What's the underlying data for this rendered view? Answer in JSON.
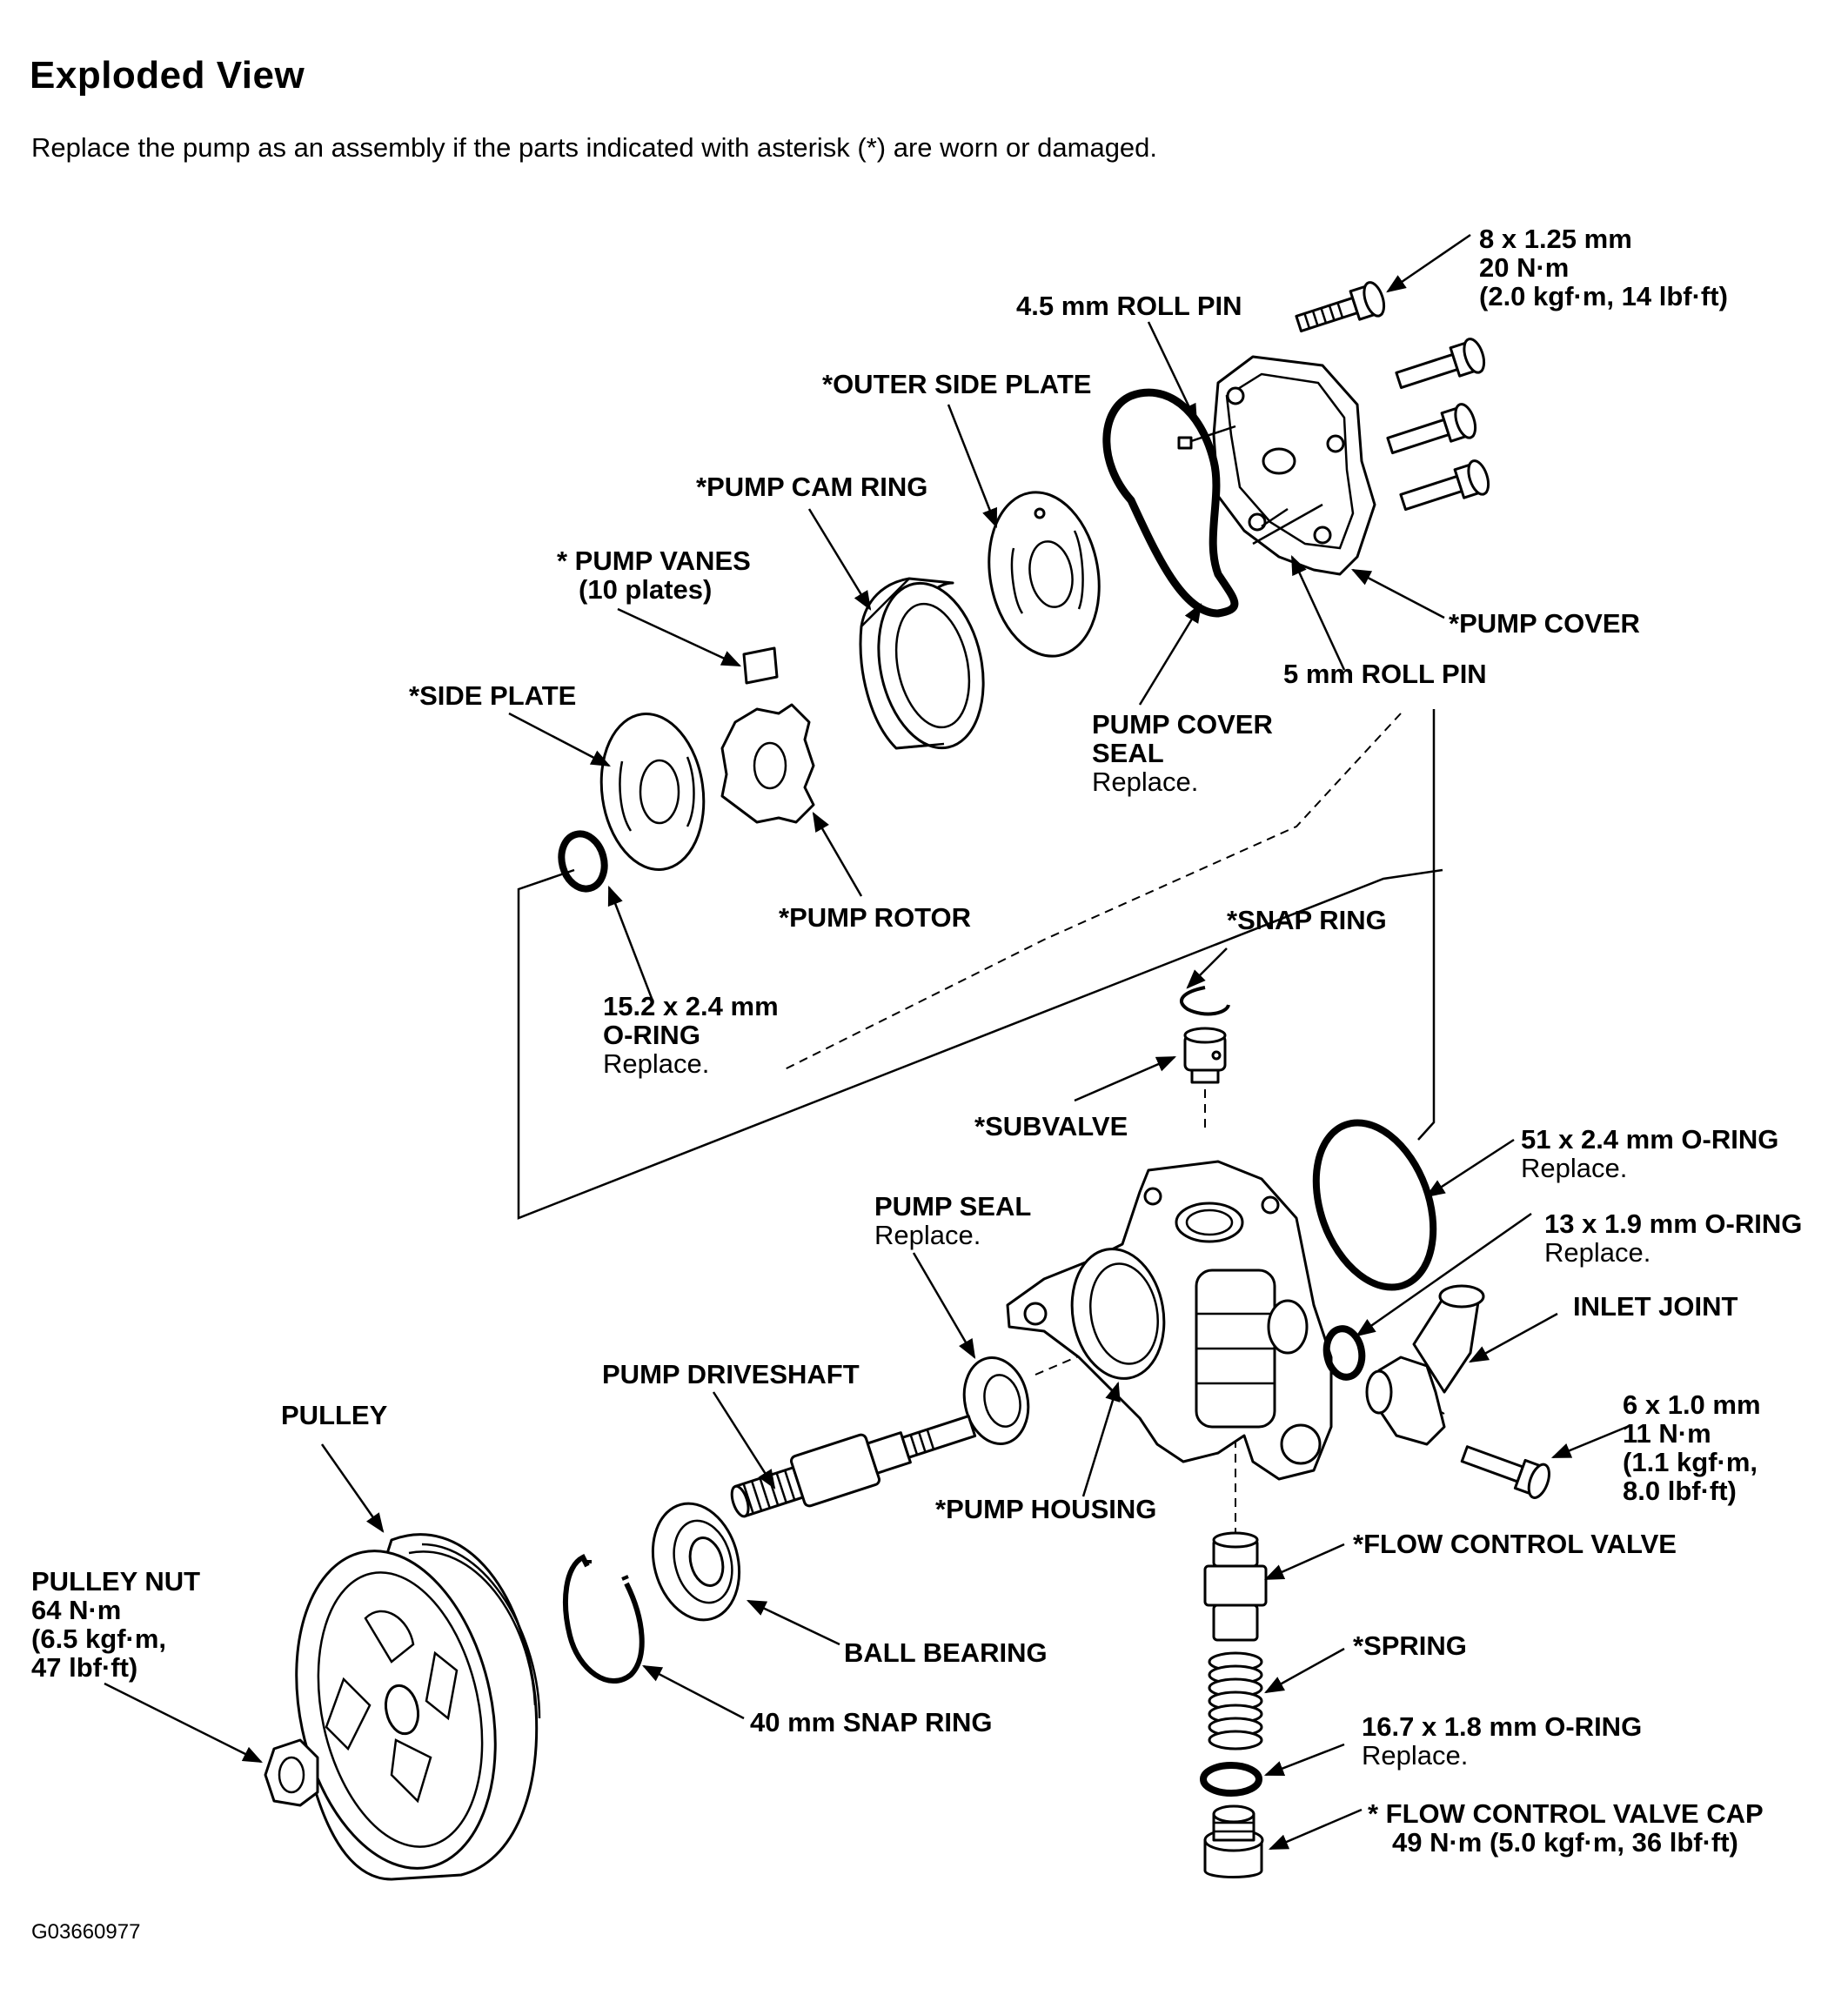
{
  "header": {
    "title": "Exploded View",
    "subtitle": "Replace the pump as an assembly if the parts indicated with asterisk (*) are worn or damaged."
  },
  "figure_code": "G03660977",
  "labels": {
    "bolt_top": [
      "8 x 1.25 mm",
      "20 N·m",
      "(2.0 kgf·m, 14 lbf·ft)"
    ],
    "roll_pin_45": "4.5 mm ROLL PIN",
    "outer_side_plate": "*OUTER SIDE PLATE",
    "pump_cam_ring": "*PUMP CAM RING",
    "pump_vanes": [
      "* PUMP VANES",
      "(10 plates)"
    ],
    "side_plate": "*SIDE PLATE",
    "pump_cover": "*PUMP COVER",
    "roll_pin_5": "5 mm ROLL PIN",
    "pump_cover_seal": [
      "PUMP COVER",
      "SEAL"
    ],
    "pump_cover_seal_note": "Replace.",
    "pump_rotor": "*PUMP ROTOR",
    "snap_ring_top": "*SNAP RING",
    "o_ring_152": [
      "15.2 x 2.4 mm",
      "O-RING"
    ],
    "o_ring_152_note": "Replace.",
    "subvalve": "*SUBVALVE",
    "o_ring_51": "51 x 2.4 mm O-RING",
    "o_ring_51_note": "Replace.",
    "pump_seal": "PUMP SEAL",
    "pump_seal_note": "Replace.",
    "o_ring_13": "13 x 1.9 mm O-RING",
    "o_ring_13_note": "Replace.",
    "inlet_joint": "INLET JOINT",
    "pump_driveshaft": "PUMP DRIVESHAFT",
    "pulley": "PULLEY",
    "bolt_inlet": [
      "6 x 1.0 mm",
      "11 N·m",
      "(1.1 kgf·m,",
      "8.0 lbf·ft)"
    ],
    "pump_housing": "*PUMP HOUSING",
    "pulley_nut": [
      "PULLEY NUT",
      "64 N·m",
      "(6.5 kgf·m,",
      "47 lbf·ft)"
    ],
    "flow_control_valve": "*FLOW CONTROL VALVE",
    "ball_bearing": "BALL BEARING",
    "spring": "*SPRING",
    "snap_ring_40": "40 mm SNAP RING",
    "o_ring_167": "16.7 x 1.8 mm O-RING",
    "o_ring_167_note": "Replace.",
    "fcv_cap": "* FLOW CONTROL VALVE CAP",
    "fcv_cap_torque": "49 N·m (5.0 kgf·m, 36 lbf·ft)"
  },
  "icons": [
    "bolt-icon",
    "pump-cover-icon",
    "o-ring-icon",
    "outer-side-plate-icon",
    "cam-ring-icon",
    "vane-icon",
    "rotor-icon",
    "side-plate-icon",
    "snap-ring-icon",
    "subvalve-icon",
    "pump-housing-icon",
    "pump-seal-icon",
    "inlet-joint-icon",
    "driveshaft-icon",
    "ball-bearing-icon",
    "pulley-icon",
    "pulley-nut-icon",
    "flow-control-valve-icon",
    "spring-icon",
    "valve-cap-icon"
  ]
}
